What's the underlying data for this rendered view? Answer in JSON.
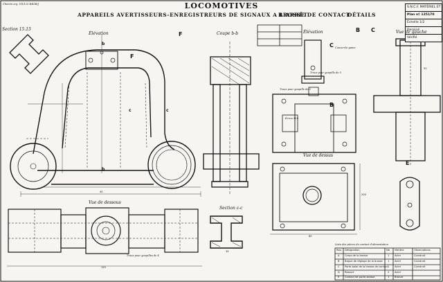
{
  "header": {
    "corner_note": "Chemin org. VII/125 B/45B/J",
    "title": "LOCOMOTIVES",
    "subtitle": "APPAREILS AVERTISSEURS-ENREGISTREURS DE SIGNAUX A L'ARRÊT",
    "part_name": "BROSSE DE CONTACT",
    "sheet_kind": "DÉTAILS"
  },
  "title_block": {
    "rows": [
      "S.N.C.F. MATÉRIEL ET TRACTION",
      "Plan nº 125170",
      "Échelle 1/2",
      "Dessiné",
      "Vérifié"
    ]
  },
  "views": {
    "section_left": "Section 15.15",
    "elevation_left": "Élévation",
    "coupe_bb": "Coupe b-b",
    "elevation_right": "Élévation",
    "vue_de_gauche": "Vue de gauche",
    "vue_de_dessous_left": "Vue de dessous",
    "section_cc": "Section c-c",
    "vue_de_dessus": "Vue de dessus"
  },
  "letters": {
    "F_main": "F",
    "F_arm": "F",
    "B": "B",
    "C": "C",
    "B_block": "B",
    "C_small": "C",
    "E": "E",
    "b_top": "b",
    "b_bottom": "b",
    "c_left": "c",
    "c_right": "c"
  },
  "callouts": {
    "trou_goupille_1": "Trous pour goupilles de 4",
    "trou_goupille_2": "Trous pour goupille de 5",
    "trou_goupille_3": "Trous pour goupille de 5",
    "ecrou": "Écrou M.8",
    "c_annot": "Couvercle gaine"
  },
  "dims": {
    "d1": "45",
    "d2": "80",
    "d3": "125",
    "d4": "200",
    "d5": "52",
    "d6": "35"
  },
  "materials_table": {
    "title": "Liste des pièces du contact d'alimentation",
    "headers": [
      "Rep.",
      "Désignation",
      "Nb",
      "Matière",
      "Observations"
    ],
    "rows": [
      [
        "A",
        "Corps de la brosse",
        "1",
        "Acier",
        "Construit"
      ],
      [
        "B",
        "Bague de réglage de la brosse",
        "1",
        "Acier",
        "Construit"
      ],
      [
        "C",
        "Porte-balai de la brosse de contact",
        "1",
        "Acier",
        "Construit"
      ],
      [
        "D",
        "Ressort",
        "2",
        "Acier",
        ""
      ],
      [
        "E",
        "Contact de porte-brosse",
        "1",
        "Bronze",
        ""
      ]
    ]
  }
}
